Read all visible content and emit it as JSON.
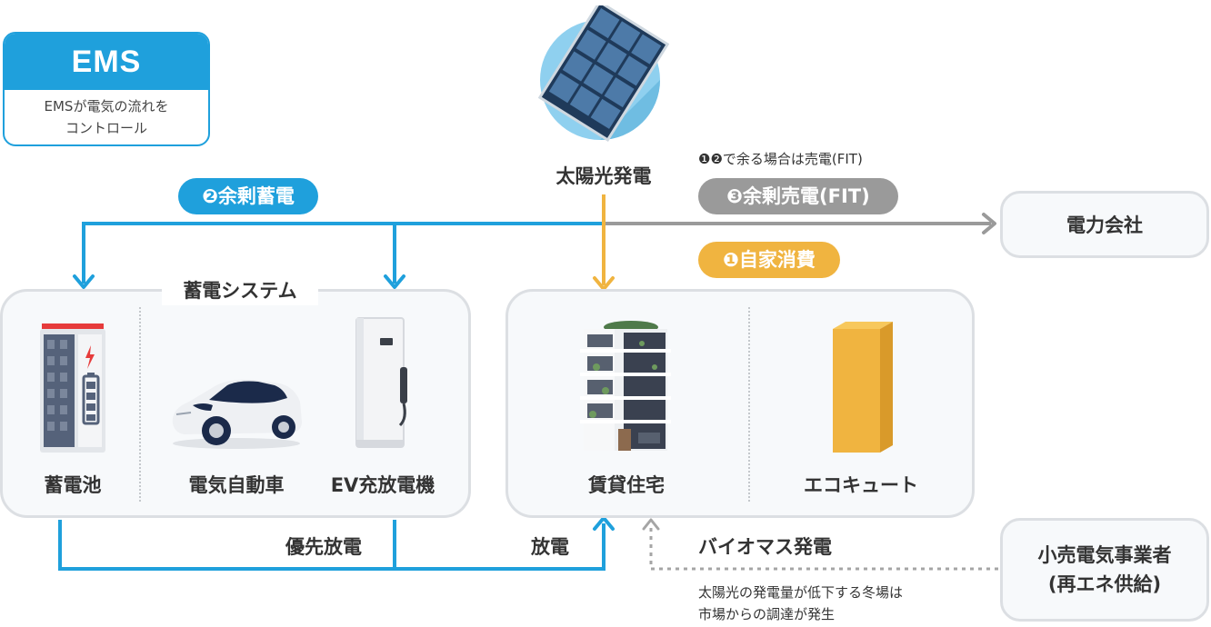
{
  "colors": {
    "blue": "#1fa0dc",
    "orange": "#f0b440",
    "gray": "#9a9a9a",
    "box_border": "#dcdfe3"
  },
  "ems": {
    "title": "EMS",
    "desc_line1": "EMSが電気の流れを",
    "desc_line2": "コントロール"
  },
  "solar": {
    "label": "太陽光発電",
    "icon": "solar-panel-icon"
  },
  "flows": {
    "surplus_storage": "❷余剰蓄電",
    "self_consumption": "❶自家消費",
    "surplus_sale": "❸余剰売電(FIT)",
    "surplus_note": "❶❷で余る場合は売電(FIT)",
    "priority_discharge": "優先放電",
    "discharge": "放電",
    "biomass": "バイオマス発電",
    "winter_note_line1": "太陽光の発電量が低下する冬場は",
    "winter_note_line2": "市場からの調達が発生"
  },
  "storage_system": {
    "title": "蓄電システム",
    "items": [
      {
        "label": "蓄電池",
        "icon": "storage-battery-icon"
      },
      {
        "label": "電気自動車",
        "icon": "electric-car-icon"
      },
      {
        "label": "EV充放電機",
        "icon": "ev-charger-icon"
      }
    ]
  },
  "consumers": {
    "items": [
      {
        "label": "賃貸住宅",
        "icon": "apartment-building-icon"
      },
      {
        "label": "エコキュート",
        "icon": "water-heater-icon"
      }
    ]
  },
  "power_company": {
    "label": "電力会社"
  },
  "retailer": {
    "line1": "小売電気事業者",
    "line2": "(再エネ供給)"
  }
}
